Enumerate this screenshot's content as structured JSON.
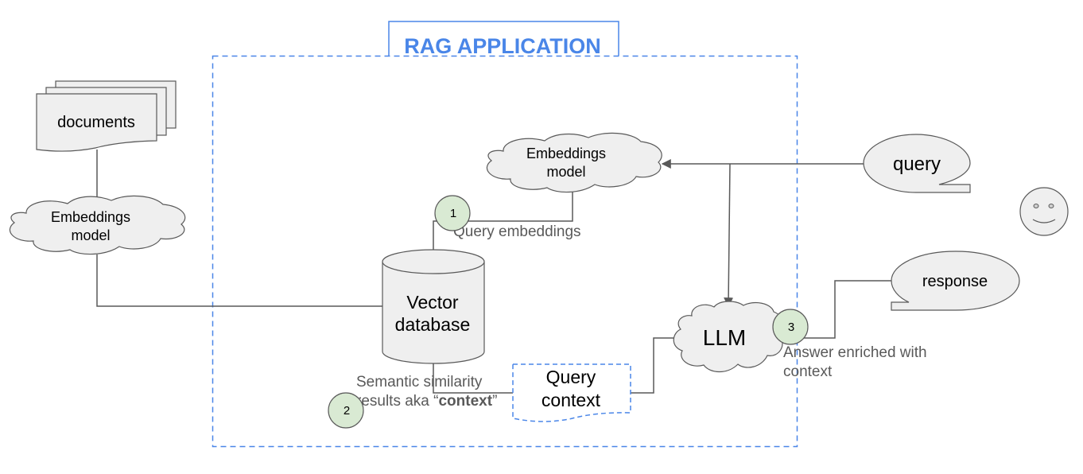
{
  "title": "RAG APPLICATION",
  "nodes": {
    "documents": "documents",
    "embed_left_1": "Embeddings",
    "embed_left_2": "model",
    "embed_top_1": "Embeddings",
    "embed_top_2": "model",
    "vector_1": "Vector",
    "vector_2": "database",
    "query_context_1": "Query",
    "query_context_2": "context",
    "llm": "LLM",
    "query": "query",
    "response": "response"
  },
  "steps": {
    "step1": "1",
    "step2": "2",
    "step3": "3"
  },
  "labels": {
    "query_embeddings": "Query embeddings",
    "semantic_1": "Semantic similarity",
    "semantic_2_prefix": "results aka “",
    "semantic_2_bold": "context",
    "semantic_2_suffix": "”",
    "answer_1": "Answer enriched with",
    "answer_2": "context"
  },
  "colors": {
    "accent": "#4a86e8",
    "step_fill": "#d9ead3",
    "shape_fill": "#efefef",
    "stroke": "#595959"
  }
}
